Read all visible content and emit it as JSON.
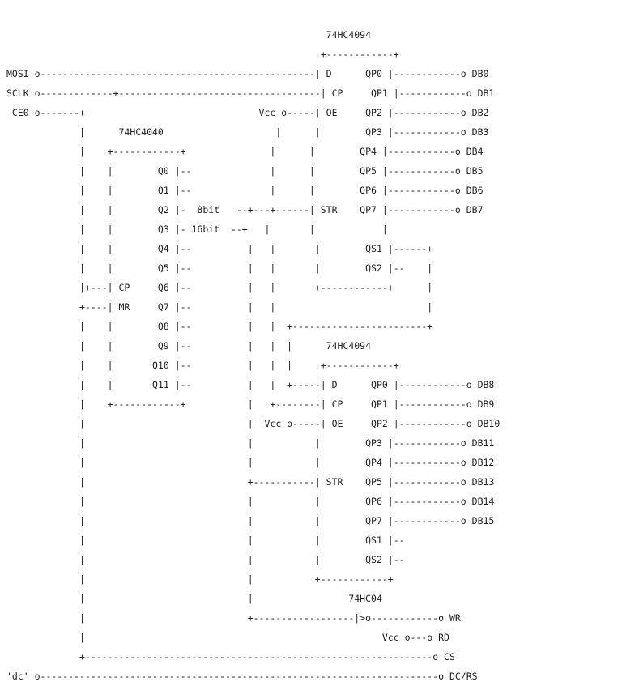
{
  "diagram": {
    "lines": [
      "                                                         74HC4094",
      "                                                        +------------+",
      "MOSI o-------------------------------------------------| D      QP0 |------------o DB0",
      "SCLK o-------------+------------------------------------| CP     QP1 |------------o DB1",
      " CE0 o-------+                               Vcc o-----| OE     QP2 |------------o DB2",
      "             |      74HC4040                    |      |        QP3 |------------o DB3",
      "             |    +------------+               |      |        QP4 |------------o DB4",
      "             |    |        Q0 |--              |      |        QP5 |------------o DB5",
      "             |    |        Q1 |--              |      |        QP6 |------------o DB6",
      "             |    |        Q2 |-  8bit   --+---+------| STR    QP7 |------------o DB7",
      "             |    |        Q3 |- 16bit  --+   |       |            |",
      "             |    |        Q4 |--          |   |       |        QS1 |------+",
      "             |    |        Q5 |--          |   |       |        QS2 |--    |",
      "             |+---| CP     Q6 |--          |   |       +------------+      |",
      "             +----| MR     Q7 |--          |   |                           |",
      "             |    |        Q8 |--          |   |  +------------------------+",
      "             |    |        Q9 |--          |   |  |      74HC4094",
      "             |    |       Q10 |--          |   |  |     +------------+",
      "             |    |       Q11 |--          |   |  +-----| D      QP0 |------------o DB8",
      "             |    +------------+           |   +--------| CP     QP1 |------------o DB9",
      "             |                             |  Vcc o-----| OE     QP2 |------------o DB10",
      "             |                             |           |        QP3 |------------o DB11",
      "             |                             |           |        QP4 |------------o DB12",
      "             |                             +-----------| STR    QP5 |------------o DB13",
      "             |                             |           |        QP6 |------------o DB14",
      "             |                             |           |        QP7 |------------o DB15",
      "             |                             |           |        QS1 |--",
      "             |                             |           |        QS2 |--",
      "             |                             |           +------------+",
      "             |                             |                 74HC04",
      "             |                             +------------------|>o------------o WR",
      "             |                                                     Vcc o---o RD",
      "             +--------------------------------------------------------------o CS",
      "'dc' o-----------------------------------------------------------------------o DC/RS"
    ]
  }
}
